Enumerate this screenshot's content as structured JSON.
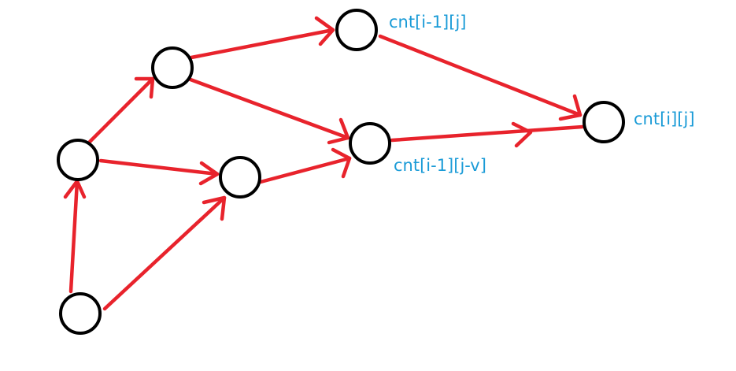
{
  "diagram": {
    "labels": {
      "top": "cnt[i-1][j]",
      "middle": "cnt[i-1][j-v]",
      "target": "cnt[i][j]"
    },
    "colors": {
      "edge": "#e8232c",
      "node_stroke": "#000000",
      "label": "#1a9bd7"
    }
  }
}
